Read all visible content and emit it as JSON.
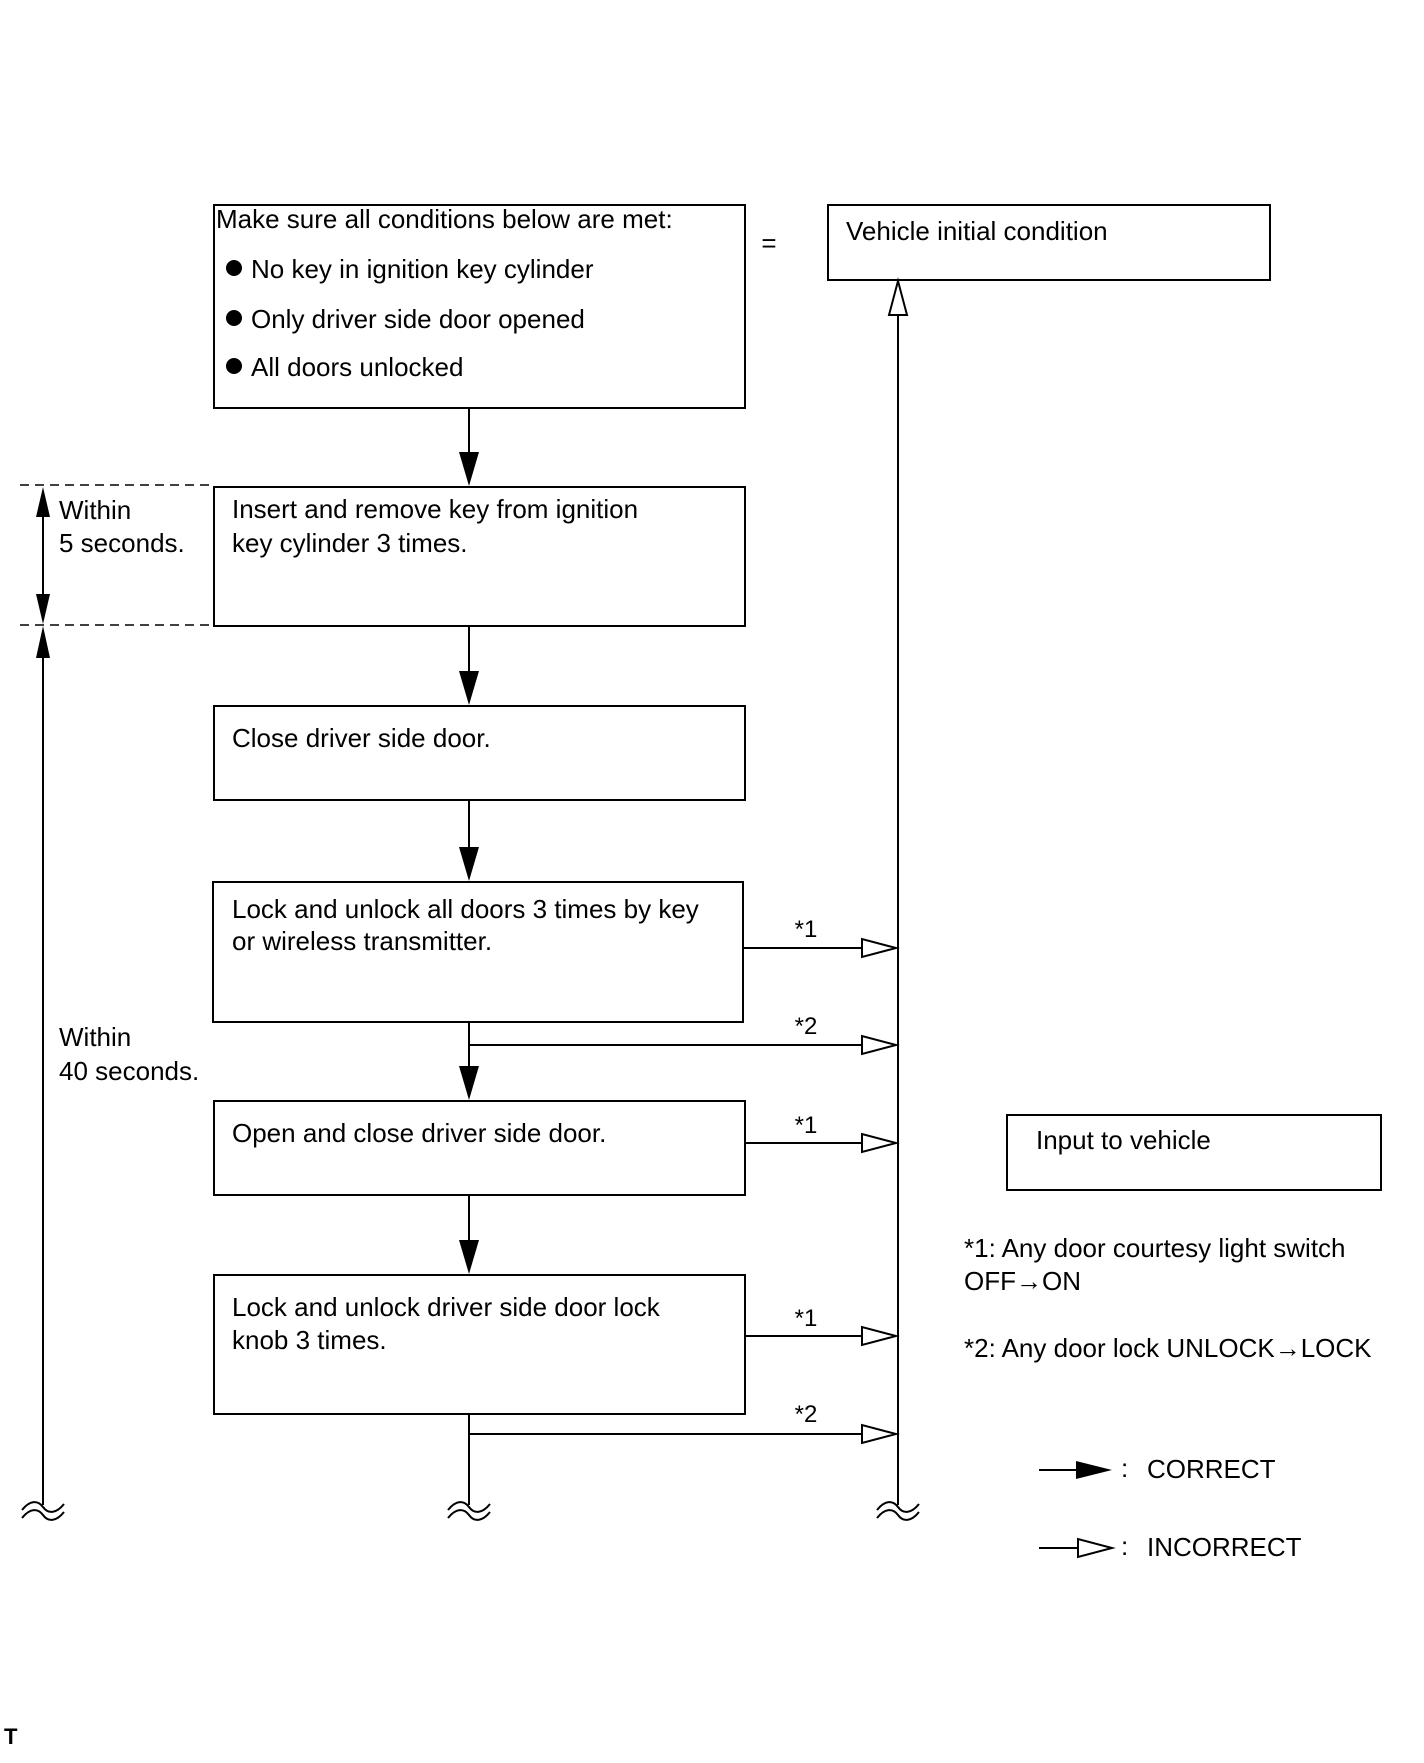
{
  "steps": {
    "conditions": {
      "title": "Make sure all conditions below are met:",
      "items": [
        "No key in ignition key cylinder",
        "Only driver side door opened",
        "All doors unlocked"
      ]
    },
    "insert_key": [
      "Insert and remove key from ignition",
      "key cylinder 3 times."
    ],
    "close_door": [
      "Close driver side door."
    ],
    "lock_unlock_key": [
      "Lock and unlock all doors 3 times by key",
      "or wireless transmitter."
    ],
    "open_close_door": [
      "Open and close driver side door."
    ],
    "lock_unlock_knob": [
      "Lock and unlock driver side door lock",
      "knob 3 times."
    ]
  },
  "equals_sign": "=",
  "initial_condition": "Vehicle initial condition",
  "input_to_vehicle": "Input to vehicle",
  "timing": {
    "within_5": [
      "Within",
      "5 seconds."
    ],
    "within_40": [
      "Within",
      "40 seconds."
    ]
  },
  "branch_tags": {
    "lock_unlock_key_1": "*1",
    "lock_unlock_key_2": "*2",
    "open_close_door_1": "*1",
    "lock_unlock_knob_1": "*1",
    "lock_unlock_knob_2": "*2"
  },
  "notes": {
    "note1": [
      "*1: Any door courtesy light switch",
      "OFF→ON"
    ],
    "note2": "*2: Any door lock UNLOCK→LOCK"
  },
  "legend": {
    "correct": "CORRECT",
    "incorrect": "INCORRECT",
    "colon": ":"
  },
  "corner_mark": "T"
}
